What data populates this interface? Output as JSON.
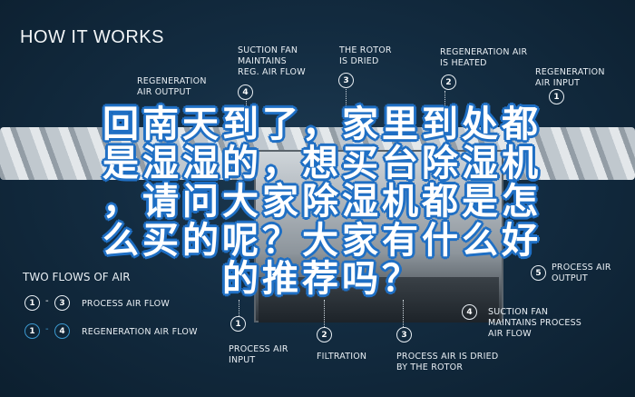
{
  "heading": "HOW IT WORKS",
  "top_labels": [
    {
      "num": "4",
      "text": "SUCTION FAN\nMAINTAINS\nREG. AIR FLOW"
    },
    {
      "num": "3",
      "text": "THE ROTOR\nIS DRIED"
    },
    {
      "num": "2",
      "text": "REGENERATION AIR\nIS HEATED"
    },
    {
      "num": "1",
      "text": "REGENERATION\nAIR INPUT"
    },
    {
      "num": "",
      "text": "REGENERATION\nAIR OUTPUT"
    }
  ],
  "bottom_labels": [
    {
      "num": "1",
      "text": "PROCESS AIR\nINPUT"
    },
    {
      "num": "2",
      "text": "FILTRATION"
    },
    {
      "num": "3",
      "text": "PROCESS AIR IS DRIED\nBY THE ROTOR"
    },
    {
      "num": "4",
      "text": "SUCTION FAN\nMAINTAINS PROCESS\nAIR FLOW"
    },
    {
      "num": "5",
      "text": "PROCESS AIR\nOUTPUT"
    }
  ],
  "legend": {
    "title": "TWO FLOWS OF AIR",
    "rows": [
      {
        "from": "1",
        "sep": "-",
        "to": "3",
        "text": "PROCESS AIR FLOW"
      },
      {
        "from": "1",
        "sep": "-",
        "to": "4",
        "text": "REGENERATION AIR FLOW"
      }
    ]
  },
  "overlay_title": "回南天到了，家里到处都是湿湿的，想买台除湿机，请问大家除湿机都是怎么买的呢？大家有什么好的推荐吗？",
  "colors": {
    "background": "#0f2436",
    "title_outline": "#1f6fc4",
    "regen_accent": "#3c9ad0"
  }
}
